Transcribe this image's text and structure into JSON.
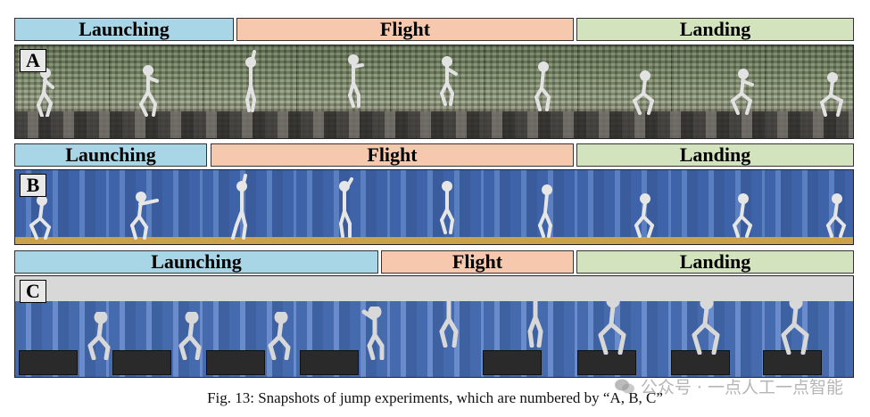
{
  "rows": [
    {
      "label": "A",
      "phases": {
        "launching": "Launching",
        "flight": "Flight",
        "landing": "Landing"
      }
    },
    {
      "label": "B",
      "phases": {
        "launching": "Launching",
        "flight": "Flight",
        "landing": "Landing"
      }
    },
    {
      "label": "C",
      "phases": {
        "launching": "Launching",
        "flight": "Flight",
        "landing": "Landing"
      }
    }
  ],
  "caption": "Fig. 13: Snapshots of jump experiments, which are numbered by “A, B, C”",
  "watermark": "公众号 · 一点人工一点智能",
  "colors": {
    "launching": "#a9d6e6",
    "flight": "#f6c9ae",
    "landing": "#d3e3bd"
  }
}
